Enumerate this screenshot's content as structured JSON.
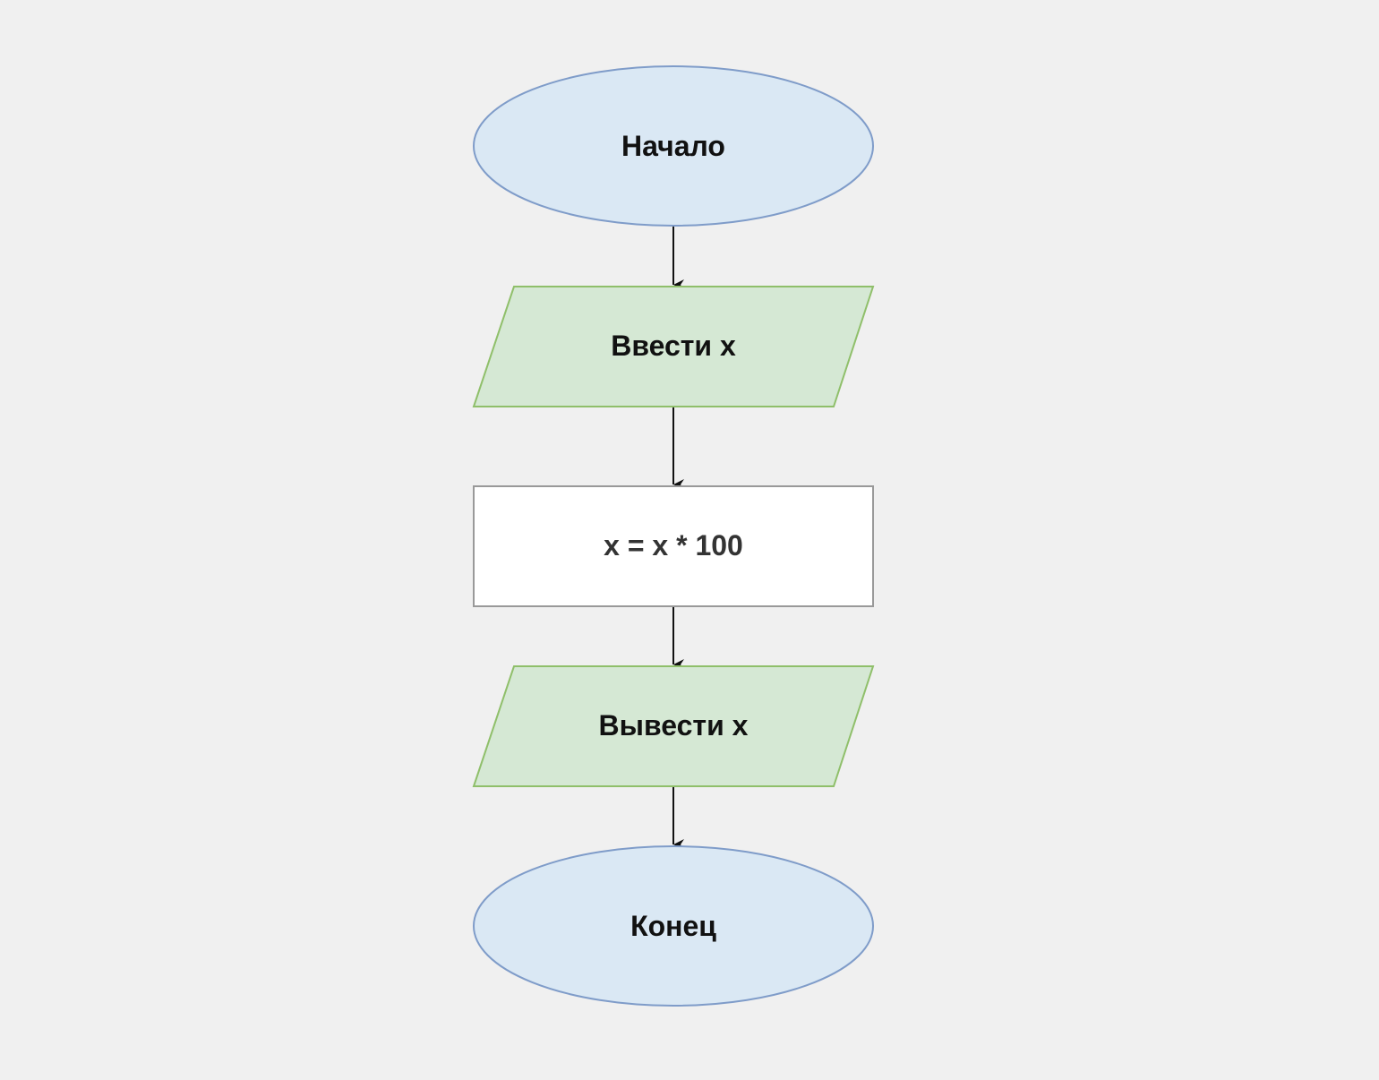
{
  "diagram": {
    "nodes": [
      {
        "id": "start",
        "type": "terminator",
        "label": "Начало"
      },
      {
        "id": "input",
        "type": "io",
        "label": "Ввести x"
      },
      {
        "id": "process",
        "type": "process",
        "label": "x = x * 100"
      },
      {
        "id": "output",
        "type": "io",
        "label": "Вывести x"
      },
      {
        "id": "end",
        "type": "terminator",
        "label": "Конец"
      }
    ],
    "edges": [
      {
        "from": "start",
        "to": "input"
      },
      {
        "from": "input",
        "to": "process"
      },
      {
        "from": "process",
        "to": "output"
      },
      {
        "from": "output",
        "to": "end"
      }
    ],
    "colors": {
      "background": "#f0f0f0",
      "terminator_fill": "#dae8f4",
      "terminator_stroke": "#7f9cc9",
      "io_fill": "#d5e8d4",
      "io_stroke": "#8fbf6a",
      "process_fill": "#ffffff",
      "process_stroke": "#999999",
      "arrow": "#111111"
    }
  }
}
